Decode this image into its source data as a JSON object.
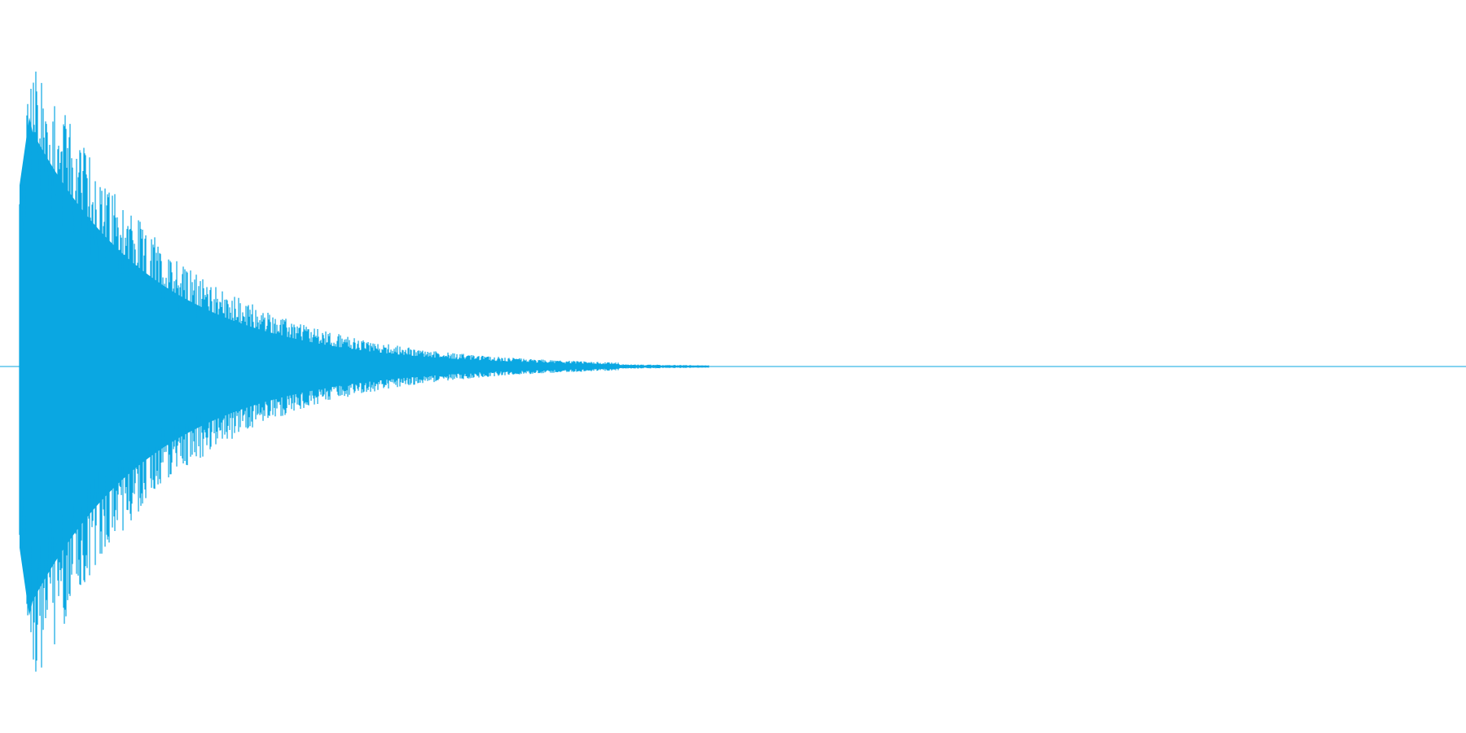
{
  "waveform": {
    "color": "#0aa7e2",
    "description_visible_text": "",
    "envelope": {
      "attack_fraction": 0.01,
      "peak_amplitude": 1.0,
      "decay_end_fraction": 0.47
    }
  }
}
